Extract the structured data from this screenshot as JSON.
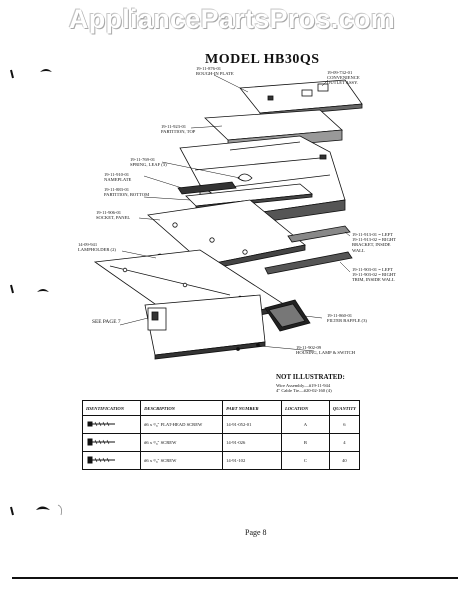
{
  "watermark": "AppliancePartsPros.com",
  "title": "MODEL HB30QS",
  "labels": [
    {
      "id": "rough-in",
      "lines": [
        "19-11-876-01",
        "ROUGH-IN PLATE"
      ]
    },
    {
      "id": "outlet",
      "lines": [
        "19-09-732-01",
        "CONVENIENCE",
        "OUTLET ASSY."
      ]
    },
    {
      "id": "partition-top",
      "lines": [
        "19-11-923-01",
        "PARTITION, TOP"
      ]
    },
    {
      "id": "spring-leaf",
      "lines": [
        "19-11-769-01",
        "SPRING, LEAF (3)"
      ]
    },
    {
      "id": "nameplate",
      "lines": [
        "19-11-910-01",
        "NAMEPLATE"
      ]
    },
    {
      "id": "partition-bottom",
      "lines": [
        "19-11-883-01",
        "PARTITION, BOTTOM"
      ]
    },
    {
      "id": "socket-panel",
      "lines": [
        "19-11-906-01",
        "SOCKET, PANEL"
      ]
    },
    {
      "id": "lampholder",
      "lines": [
        "14-09-941",
        "LAMPHOLDER (2)"
      ]
    },
    {
      "id": "bracket",
      "lines": [
        "19-11-913-01 = LEFT",
        "19-11-913-02 = RIGHT",
        "BRACKET, INSIDE",
        "WALL"
      ]
    },
    {
      "id": "trim",
      "lines": [
        "19-11-903-01 = LEFT",
        "19-11-903-02 = RIGHT",
        "TRIM, INSIDE WALL"
      ]
    },
    {
      "id": "filter",
      "lines": [
        "19-11-860-01",
        "FILTER BAFFLE (3)"
      ]
    },
    {
      "id": "housing",
      "lines": [
        "19-11-902-09",
        "HOUSING, LAMP & SWITCH"
      ]
    },
    {
      "id": "see-page",
      "lines": [
        "SEE PAGE 7"
      ]
    }
  ],
  "not_illustrated": {
    "heading": "NOT ILLUSTRATED:",
    "lines": [
      "Wire Assembly—#19-11-944",
      "4\" Cable Tie—#20-02-160 (4)"
    ]
  },
  "table": {
    "headers": [
      "IDENTIFICATION",
      "DESCRIPTION",
      "PART NUMBER",
      "LOCATION",
      "QUANTITY"
    ],
    "rows": [
      {
        "description": "#6 x ³/₈\" FLAT-HEAD SCREW",
        "part_number": "14-91-052-01",
        "location": "A",
        "quantity": "6"
      },
      {
        "description": "#6 x ³/₈\" SCREW",
        "part_number": "14-91-026",
        "location": "B",
        "quantity": "4"
      },
      {
        "description": "#6 x ³/₈\" SCREW",
        "part_number": "14-91-102",
        "location": "C",
        "quantity": "40"
      }
    ]
  },
  "page_label": "Page 8",
  "colors": {
    "ink": "#111111",
    "paper": "#ffffff"
  }
}
